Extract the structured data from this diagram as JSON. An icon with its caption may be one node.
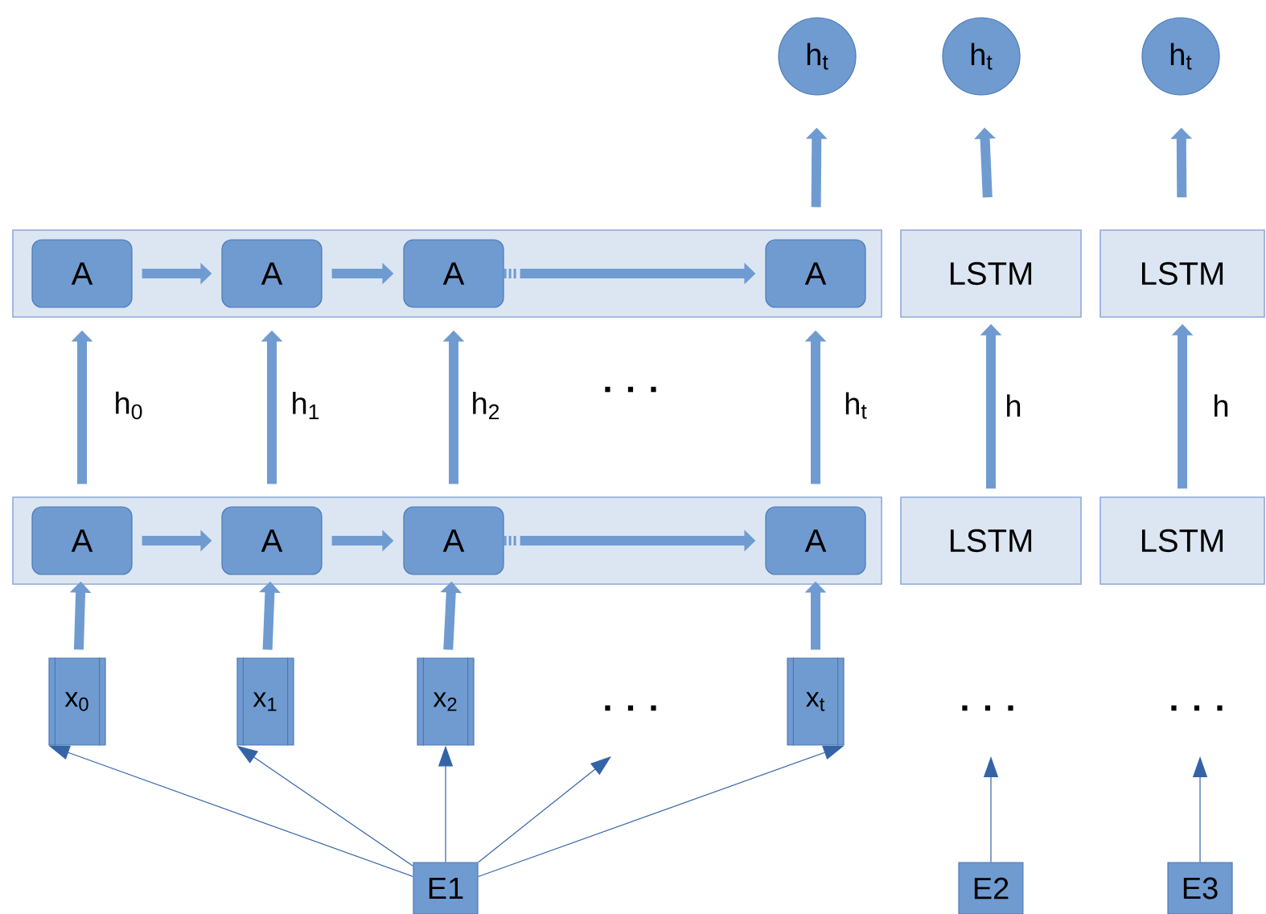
{
  "diagram": {
    "nodes": [
      {
        "text": [],
        "shape": "box"
      },
      {
        "text": [
          "A"
        ],
        "in": 0
      },
      {
        "text": [
          "A"
        ],
        "in": 0
      },
      {
        "text": [
          "A"
        ],
        "in": 0
      },
      {
        "text": [
          "A"
        ],
        "in": 0
      },
      {
        "text": [
          "LSTM"
        ]
      },
      {
        "text": [
          "LSTM"
        ]
      },
      {
        "text": [
          "h$_{t}$"
        ]
      },
      {
        "text": [
          "h$_{t}$"
        ]
      },
      {
        "text": [
          "h$_{t}$"
        ]
      },
      {
        "text": [],
        "shape": "box"
      },
      {
        "text": [
          "A"
        ],
        "in": 10
      },
      {
        "text": [
          "A"
        ],
        "in": 10
      },
      {
        "text": [
          "A"
        ],
        "in": 10
      },
      {
        "text": [
          "A"
        ],
        "in": 10
      },
      {
        "text": [
          "LSTM"
        ]
      },
      {
        "text": [
          "LSTM"
        ]
      },
      {
        "text": [
          "x$_{0}$"
        ]
      },
      {
        "text": [
          "x$_{1}$"
        ]
      },
      {
        "text": [
          "x$_{2}$"
        ]
      },
      {
        "text": [
          "x$_{t}$"
        ]
      },
      {
        "text": [
          "E1"
        ]
      },
      {
        "text": [
          "E2"
        ]
      },
      {
        "text": [
          "E3"
        ]
      }
    ],
    "edges": [
      {
        "from": 1,
        "to": 2,
        "arrow": "to"
      },
      {
        "from": 2,
        "to": 3,
        "arrow": "to"
      },
      {
        "from": 3,
        "to": 4,
        "arrow": "to"
      },
      {
        "from": 11,
        "to": 12,
        "arrow": "to"
      },
      {
        "from": 12,
        "to": 13,
        "arrow": "to"
      },
      {
        "from": 13,
        "to": 14,
        "arrow": "to"
      },
      {
        "from": 11,
        "to": 1,
        "arrow": "to",
        "label": "h$_{0}$"
      },
      {
        "from": 12,
        "to": 2,
        "arrow": "to",
        "label": "h$_{1}$"
      },
      {
        "from": 13,
        "to": 3,
        "arrow": "to",
        "label": "h$_{2}$"
      },
      {
        "from": 14,
        "to": 4,
        "arrow": "to",
        "label": "h$_{t}$"
      },
      {
        "from": 15,
        "to": 5,
        "arrow": "to",
        "label": "h"
      },
      {
        "from": 16,
        "to": 6,
        "arrow": "to",
        "label": "h"
      },
      {
        "from": 4,
        "to": 7,
        "arrow": "to"
      },
      {
        "from": 5,
        "to": 8,
        "arrow": "to"
      },
      {
        "from": 6,
        "to": 9,
        "arrow": "to"
      },
      {
        "from": 17,
        "to": 11,
        "arrow": "to"
      },
      {
        "from": 18,
        "to": 12,
        "arrow": "to"
      },
      {
        "from": 19,
        "to": 13,
        "arrow": "to"
      },
      {
        "from": 20,
        "to": 14,
        "arrow": "to"
      },
      {
        "from": 21,
        "to": 17,
        "arrow": "to",
        "color": "#3464a6"
      },
      {
        "from": 21,
        "to": 18,
        "arrow": "to",
        "color": "#3464a6"
      },
      {
        "from": 21,
        "to": 19,
        "arrow": "to",
        "color": "#3464a6"
      },
      {
        "from": 21,
        "to": null,
        "arrow": "to",
        "color": "#3464a6"
      },
      {
        "from": 21,
        "to": 20,
        "arrow": "to",
        "color": "#3464a6"
      },
      {
        "from": 22,
        "to": null,
        "arrow": "to",
        "color": "#3464a6"
      },
      {
        "from": 23,
        "to": null,
        "arrow": "to",
        "color": "#3464a6"
      }
    ],
    "labels": [
      ". . .",
      ". . .",
      ". . .",
      ". . ."
    ]
  }
}
